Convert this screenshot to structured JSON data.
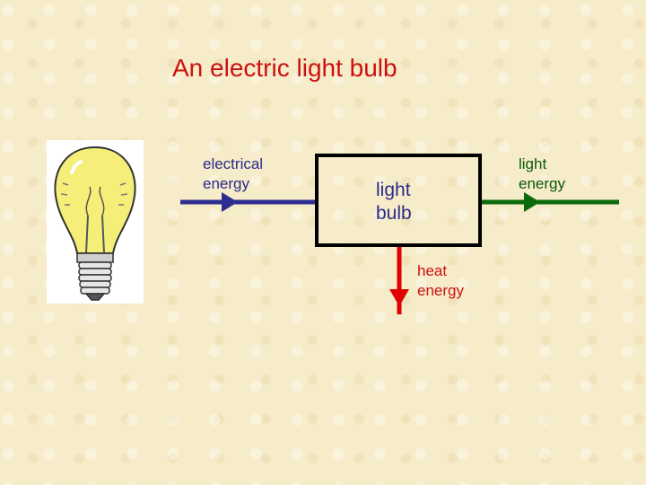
{
  "title": "An electric light bulb",
  "diagram": {
    "input_label": "electrical\nenergy",
    "device_label": "light\nbulb",
    "output_useful_label": "light\nenergy",
    "output_waste_label": "heat\nenergy"
  },
  "colors": {
    "title": "#cc1111",
    "input_arrow": "#2d2d90",
    "useful_arrow": "#0b6b0b",
    "waste_arrow": "#e00000",
    "bulb_glass": "#f5ef7a"
  },
  "icons": [
    "light-bulb-icon"
  ]
}
